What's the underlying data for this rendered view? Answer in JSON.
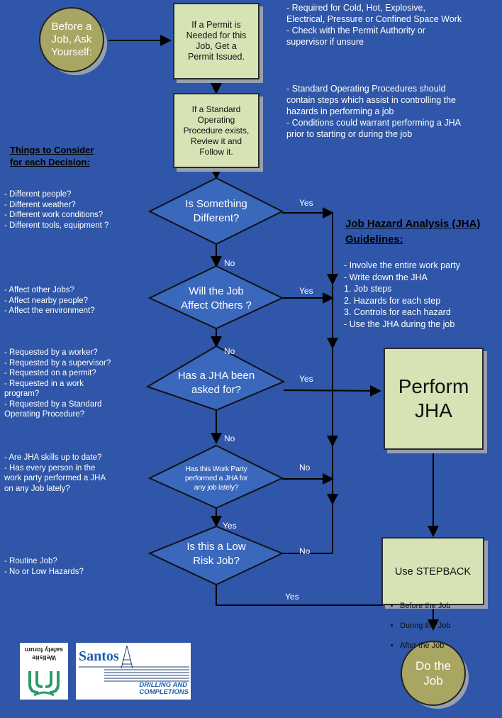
{
  "start_node": "Before a\nJob, Ask\nYourself:",
  "end_node": "Do the\nJob",
  "process_boxes": {
    "permit": "If a Permit is\nNeeded for this\nJob, Get a\nPermit Issued.",
    "sop": "If a Standard\nOperating\nProcedure exists,\nReview it and\nFollow it.",
    "perform_jha": "Perform\nJHA",
    "stepback_title": "Use STEPBACK",
    "stepback_items": [
      "Before the Job",
      "During the Job",
      "After the Job"
    ]
  },
  "decisions": [
    {
      "text": "Is Something\nDifferent?",
      "right_label": "Yes",
      "down_label": "No"
    },
    {
      "text": "Will the Job\nAffect Others ?",
      "right_label": "Yes",
      "down_label": "No"
    },
    {
      "text": "Has a JHA been\nasked for?",
      "right_label": "Yes",
      "down_label": "No"
    },
    {
      "text": "Has this Work Party\nperformed a JHA for\nany job lately?",
      "right_label": "No",
      "down_label": "Yes"
    },
    {
      "text": "Is this a Low\nRisk Job?",
      "right_label": "No",
      "down_label": "Yes"
    }
  ],
  "notes": {
    "permit": "- Required for Cold, Hot, Explosive,\nElectrical, Pressure or Confined Space Work\n- Check with the Permit Authority or\nsupervisor if unsure",
    "sop": "- Standard Operating Procedures should\ncontain steps which assist in controlling the\nhazards in performing a job\n- Conditions could warrant performing a JHA\nprior to starting or during the job"
  },
  "considerations_heading": "Things to Consider\nfor each Decision:",
  "considerations": [
    "- Different people?\n- Different weather?\n- Different work conditions?\n- Different tools, equipment ?",
    "- Affect other Jobs?\n- Affect nearby people?\n- Affect the environment?",
    "- Requested by a worker?\n- Requested by a supervisor?\n- Requested on a permit?\n- Requested in a work\nprogram?\n- Requested by a Standard\nOperating Procedure?",
    "- Are JHA skills up to date?\n- Has every person in the\nwork party performed a JHA\non any Job lately?",
    "- Routine Job?\n- No or Low Hazards?"
  ],
  "jha_heading": "Job Hazard Analysis (JHA)\nGuidelines:",
  "jha_guidelines": "- Involve the entire work party\n- Write down the JHA\n      1. Job steps\n      2. Hazards for each step\n      3. Controls for each hazard\n- Use the JHA during the job",
  "logos": {
    "wellsite": "Wellsite\nsafety forum",
    "santos": "Santos",
    "santos_sub": "DRILLING AND\nCOMPLETIONS"
  },
  "colors": {
    "background": "#2f56a8",
    "box_fill": "#d7e3b5",
    "circle_fill": "#a9a663",
    "diamond_fill": "#3a68bd",
    "shadow": "#97a0ad"
  }
}
